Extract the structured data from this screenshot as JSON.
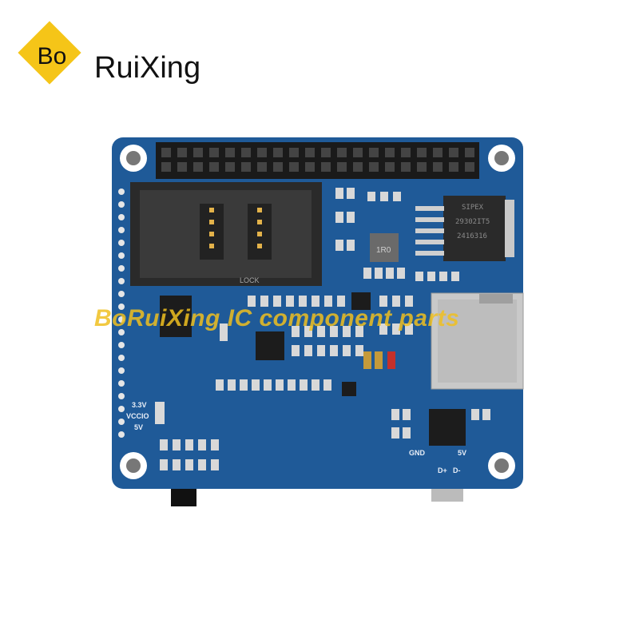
{
  "logo": {
    "short": "Bo",
    "name": "RuiXing"
  },
  "watermark": "BoRuiXing IC component parts",
  "silkscreen": {
    "v33": "3.3V",
    "vccio": "VCCIO",
    "v5": "5V",
    "gnd": "GND",
    "v5_usb": "5V",
    "dplus": "D+",
    "dminus": "D-",
    "lock": "LOCK",
    "inductor": "1R0",
    "regulator": [
      "SIPEX",
      "29302IT5",
      "2416316"
    ]
  },
  "colors": {
    "pcb": "#1f5a98",
    "pcb_dark": "#17487e",
    "logo_yellow": "#f5c518",
    "watermark": "#f0c020"
  }
}
